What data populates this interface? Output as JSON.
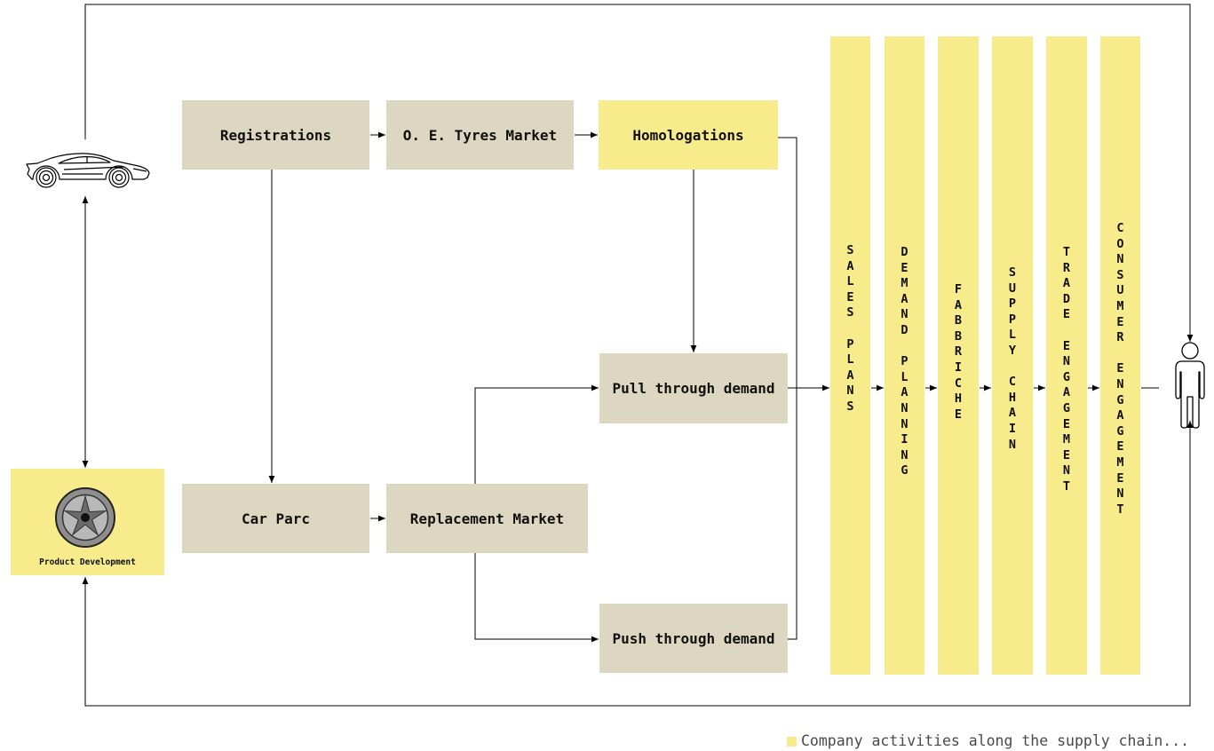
{
  "colors": {
    "company_activity": "#f7eb8b",
    "other_activity": "#ddd6c1",
    "line": "#000000"
  },
  "icons": {
    "vehicle": "sports-car-icon",
    "consumer": "person-icon",
    "product": "tyre-wheel-icon"
  },
  "product_development": {
    "label": "Product Development",
    "company_activity": true
  },
  "boxes": {
    "registrations": {
      "label": "Registrations",
      "company_activity": false
    },
    "oe_tyres_market": {
      "label": "O. E. Tyres Market",
      "company_activity": false
    },
    "homologations": {
      "label": "Homologations",
      "company_activity": true
    },
    "pull_through_demand": {
      "label": "Pull through demand",
      "company_activity": false
    },
    "car_parc": {
      "label": "Car Parc",
      "company_activity": false
    },
    "replacement_market": {
      "label": "Replacement Market",
      "company_activity": false
    },
    "push_through_demand": {
      "label": "Push through demand",
      "company_activity": false
    }
  },
  "supply_chain_stages": [
    {
      "label": "SALES PLANS",
      "company_activity": true
    },
    {
      "label": "DEMAND PLANNING",
      "company_activity": true
    },
    {
      "label": "FABBRICHE",
      "company_activity": true
    },
    {
      "label": "SUPPLY CHAIN",
      "company_activity": true
    },
    {
      "label": "TRADE ENGAGEMENT",
      "company_activity": true
    },
    {
      "label": "CONSUMER ENGAGEMENT",
      "company_activity": true
    }
  ],
  "legend": {
    "label": "Company activities along the supply chain..."
  }
}
